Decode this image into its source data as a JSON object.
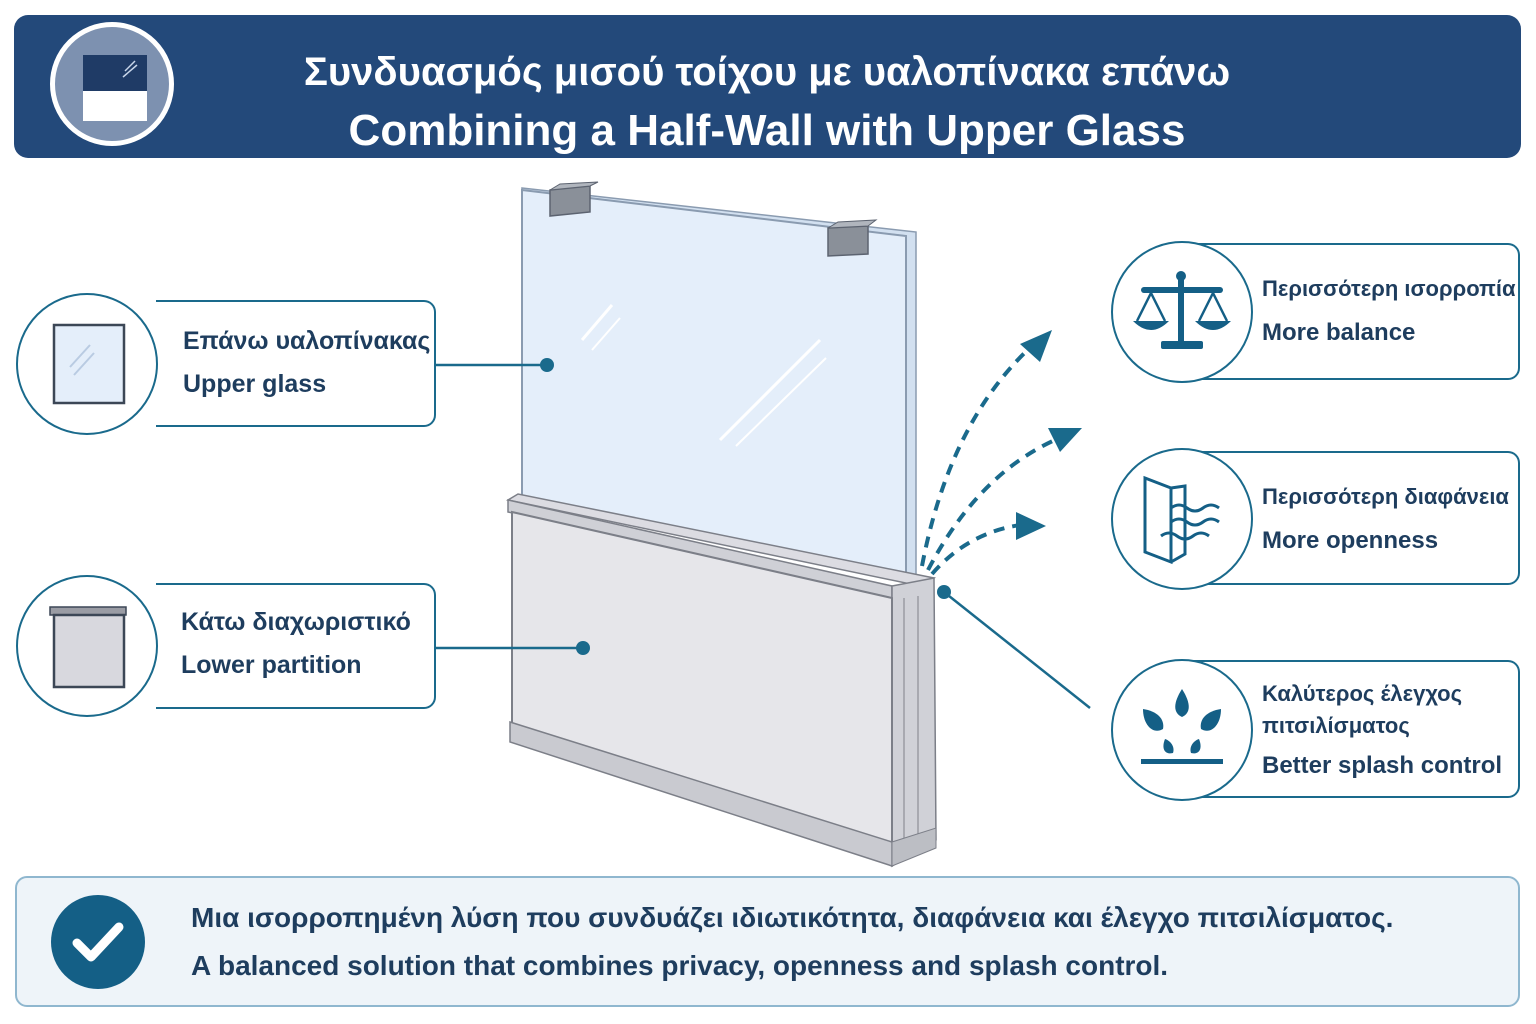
{
  "header": {
    "title_el": "Συνδυασμός μισού τοίχου με υαλοπίνακα επάνω",
    "title_en": "Combining a Half-Wall with Upper Glass",
    "icon": "glass-over-wall-icon"
  },
  "left_labels": [
    {
      "el": "Επάνω υαλοπίνακας",
      "en": "Upper glass",
      "icon": "glass-panel-icon"
    },
    {
      "el": "Κάτω διαχωριστικό",
      "en": "Lower partition",
      "icon": "partition-block-icon"
    }
  ],
  "benefits": [
    {
      "el": "Περισσότερη ισορροπία",
      "en": "More balance",
      "icon": "balance-scale-icon"
    },
    {
      "el": "Περισσότερη διαφάνεια",
      "en": "More openness",
      "icon": "open-door-icon"
    },
    {
      "el_line1": "Καλύτερος έλεγχος",
      "el_line2": "πιτσιλίσματος",
      "en": "Better splash control",
      "icon": "splash-drops-icon"
    }
  ],
  "footer": {
    "el": "Μια ισορροπημένη λύση που συνδυάζει ιδιωτικότητα, διαφάνεια και έλεγχο πιτσιλίσματος.",
    "en": "A balanced solution that combines privacy, openness and splash control.",
    "icon": "checkmark-icon"
  },
  "colors": {
    "header_bg": "#23497a",
    "accent": "#1a6a8c",
    "text": "#1e3d5e",
    "glass": "#e4eefa",
    "wall": "#e6e6ea"
  }
}
